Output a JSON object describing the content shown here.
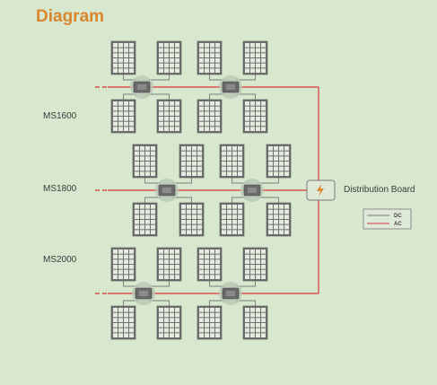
{
  "title": "Diagram",
  "rows": [
    {
      "label": "MS1600"
    },
    {
      "label": "MS1800"
    },
    {
      "label": "MS2000"
    }
  ],
  "distribution_board": {
    "label": "Distribution Board",
    "icon": "lightning-icon"
  },
  "legend": {
    "dc": "DC",
    "ac": "AC"
  },
  "colors": {
    "background": "#d8e8cf",
    "title": "#d9862e",
    "ac_line": "#d9343b",
    "dc_line": "#7a7a7a",
    "panel": "#6f6f6f",
    "panel_cell": "#e4ecdf",
    "inverter": "#6a6a6a"
  }
}
